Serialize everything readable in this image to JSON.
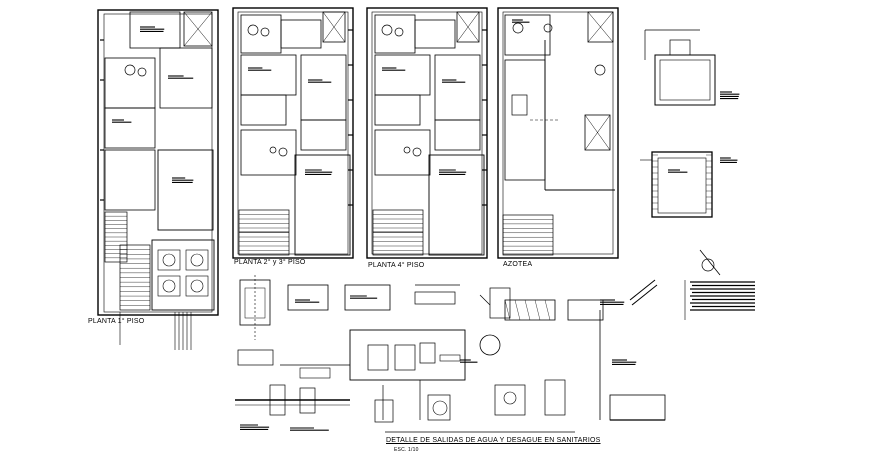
{
  "drawing": {
    "colors": {
      "line": "#000000",
      "background": "#ffffff"
    },
    "plans": [
      {
        "id": "floor-1",
        "label": "PLANTA 1° PISO"
      },
      {
        "id": "floor-2-3",
        "label": "PLANTA 2° y 3° PISO"
      },
      {
        "id": "floor-4",
        "label": "PLANTA 4° PISO"
      },
      {
        "id": "roof",
        "label": "AZOTEA"
      }
    ],
    "detail_title": "DETALLE DE SALIDAS DE AGUA Y DESAGUE EN SANITARIOS",
    "detail_scale": "ESC. 1/10"
  }
}
